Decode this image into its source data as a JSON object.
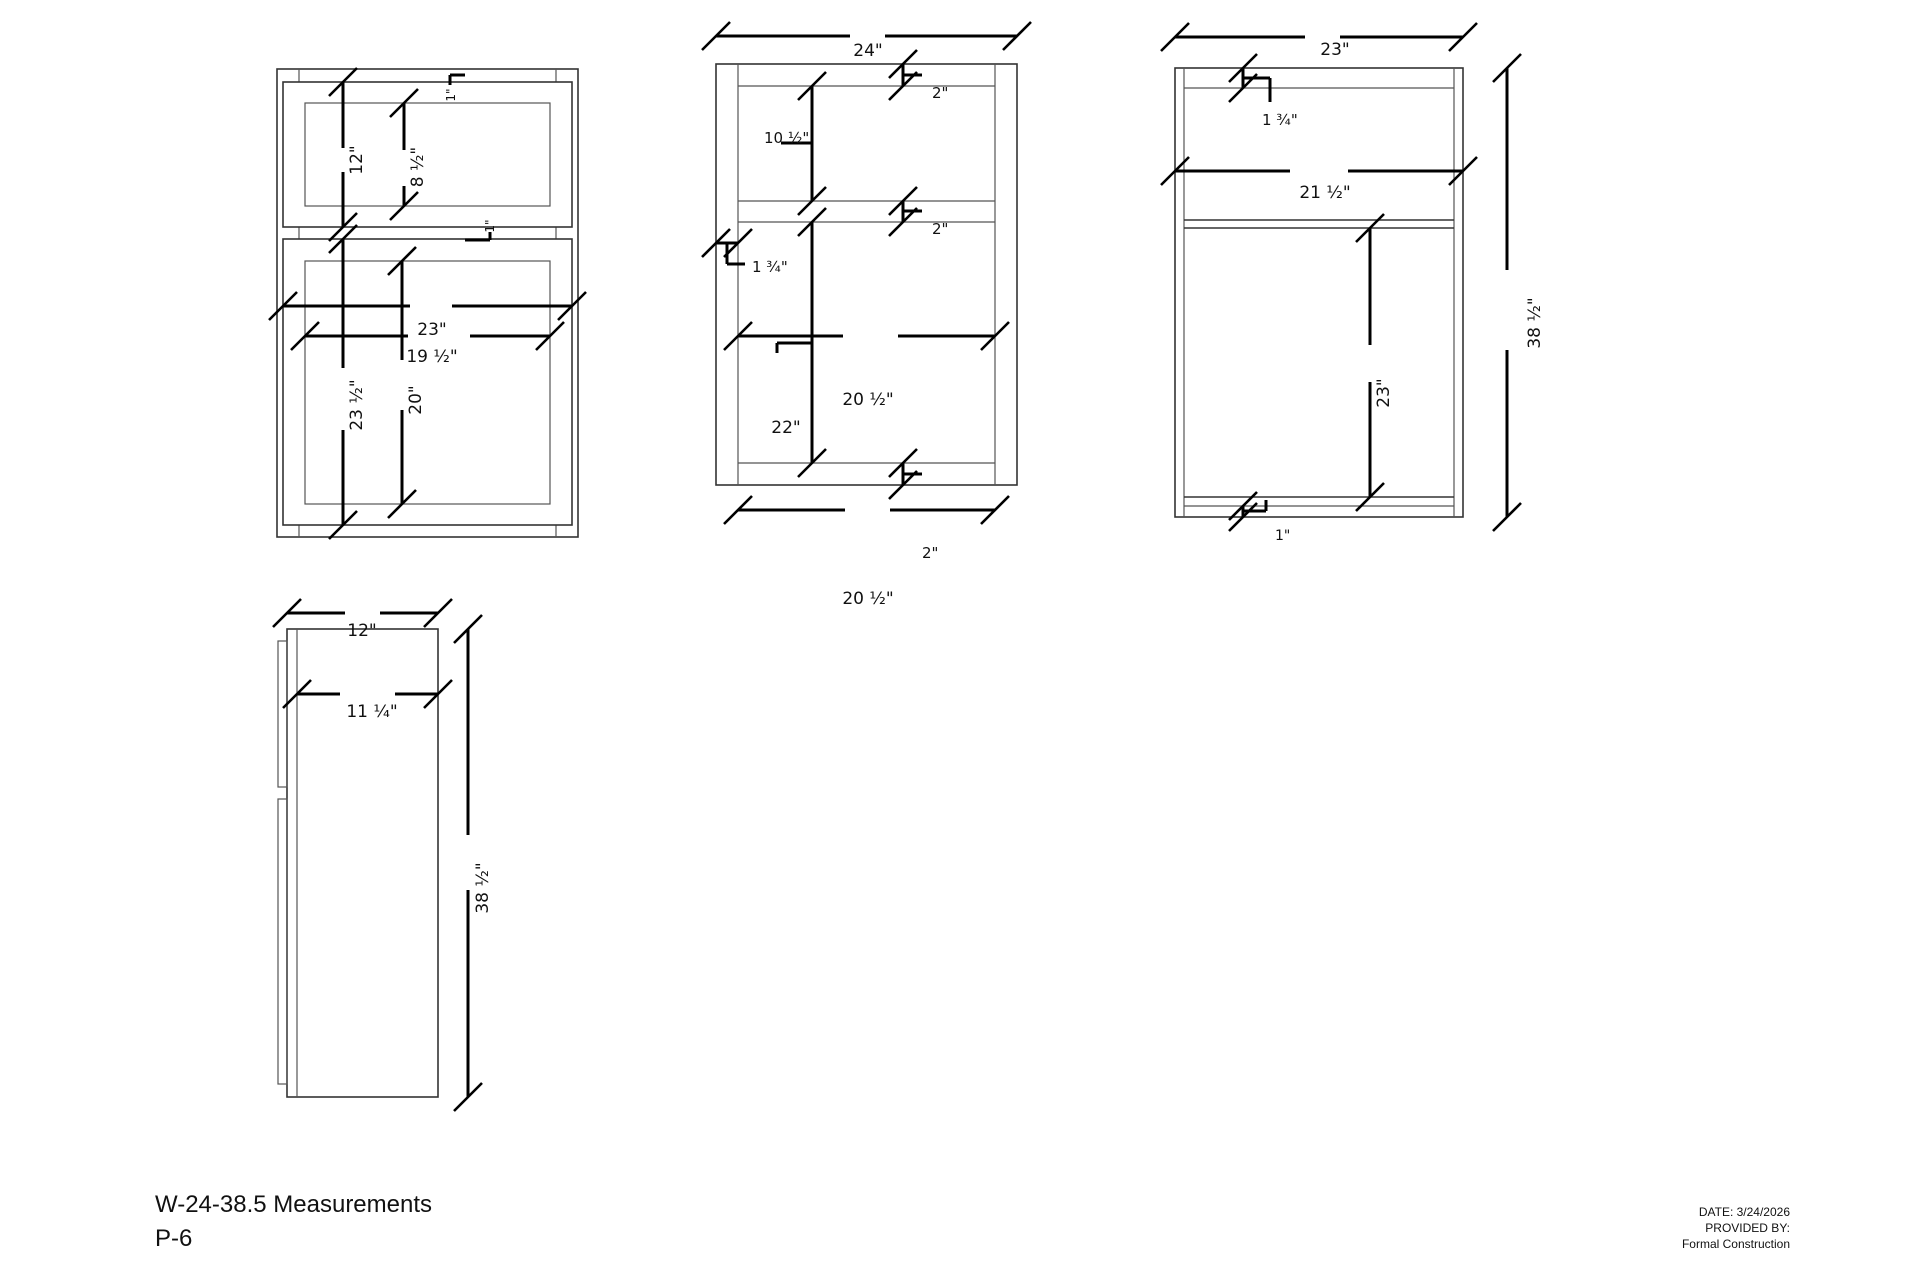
{
  "title": "W-24-38.5 Measurements",
  "page": "P-6",
  "meta": {
    "date": "DATE: 3/24/2026",
    "provided_by": "PROVIDED BY:",
    "company": "Formal Construction"
  },
  "front_doors_view": {
    "top_door_height": "12\"",
    "top_panel_height": "8 ½\"",
    "top_gap": "1\"",
    "middle_gap": "1\"",
    "overall_width": "23\"",
    "panel_width": "19 ½\"",
    "bottom_door_height": "23 ½\"",
    "bottom_panel_height": "20\""
  },
  "face_frame_view": {
    "overall_width": "24\"",
    "top_rail": "2\"",
    "top_opening": "10 ½\"",
    "middle_rail": "2\"",
    "stile_width": "1 ¾\"",
    "opening_width": "20 ½\"",
    "bottom_opening": "22\"",
    "bottom_rail": "2\"",
    "bottom_opening_width": "20 ½\""
  },
  "box_view": {
    "overall_width": "23\"",
    "top_rail": "1 ¾\"",
    "interior_width": "21 ½\"",
    "lower_height": "23\"",
    "bottom_rail": "1\"",
    "overall_height": "38 ½\""
  },
  "side_view": {
    "overall_depth": "12\"",
    "box_depth": "11 ¼\"",
    "overall_height": "38 ½\""
  }
}
